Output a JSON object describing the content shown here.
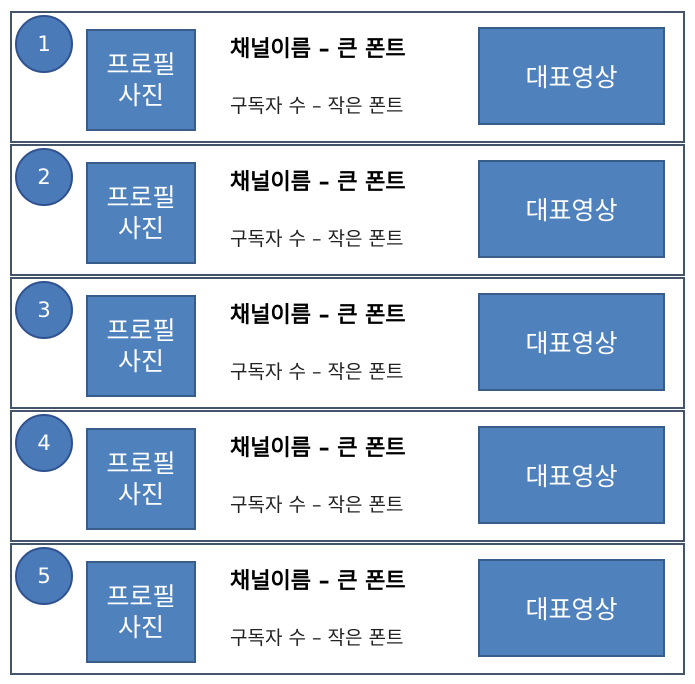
{
  "rows": [
    {
      "rank": "1",
      "profile_line1": "프로필",
      "profile_line2": "사진",
      "channel": "채널이름 – 큰 폰트",
      "subs": "구독자 수 – 작은 폰트",
      "video": "대표영상"
    },
    {
      "rank": "2",
      "profile_line1": "프로필",
      "profile_line2": "사진",
      "channel": "채널이름 – 큰 폰트",
      "subs": "구독자 수 – 작은 폰트",
      "video": "대표영상"
    },
    {
      "rank": "3",
      "profile_line1": "프로필",
      "profile_line2": "사진",
      "channel": "채널이름 – 큰 폰트",
      "subs": "구독자 수 – 작은 폰트",
      "video": "대표영상"
    },
    {
      "rank": "4",
      "profile_line1": "프로필",
      "profile_line2": "사진",
      "channel": "채널이름 – 큰 폰트",
      "subs": "구독자 수 – 작은 폰트",
      "video": "대표영상"
    },
    {
      "rank": "5",
      "profile_line1": "프로필",
      "profile_line2": "사진",
      "channel": "채널이름 – 큰 폰트",
      "subs": "구독자 수 – 작은 폰트",
      "video": "대표영상"
    }
  ],
  "colors": {
    "box_fill": "#4f81bd",
    "box_border": "#385d8a",
    "row_border": "#44546a"
  }
}
